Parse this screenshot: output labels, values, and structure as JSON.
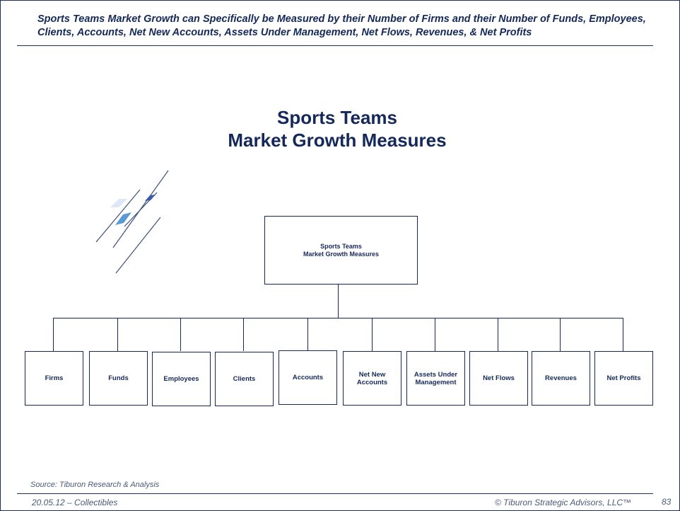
{
  "header": {
    "title": "Sports Teams Market Growth can Specifically be Measured by their Number of Firms and their Number of Funds, Employees, Clients, Accounts, Net New Accounts, Assets Under Management, Net Flows, Revenues, & Net Profits"
  },
  "main": {
    "title_line1": "Sports Teams",
    "title_line2": "Market Growth Measures"
  },
  "diagram": {
    "root": {
      "line1": "Sports Teams",
      "line2": "Market Growth Measures"
    },
    "children": [
      {
        "line1": "Firms",
        "line2": ""
      },
      {
        "line1": "Funds",
        "line2": ""
      },
      {
        "line1": "Employees",
        "line2": ""
      },
      {
        "line1": "Clients",
        "line2": ""
      },
      {
        "line1": "Accounts",
        "line2": ""
      },
      {
        "line1": "Net New",
        "line2": "Accounts"
      },
      {
        "line1": "Assets Under",
        "line2": "Management"
      },
      {
        "line1": "Net Flows",
        "line2": ""
      },
      {
        "line1": "Revenues",
        "line2": ""
      },
      {
        "line1": "Net Profits",
        "line2": ""
      }
    ]
  },
  "logo": {
    "icon": "diagonal-lines-diamonds-logo",
    "colors": [
      "#dce8f8",
      "#5b9bd5",
      "#3a5ba8",
      "#3b4f7a"
    ]
  },
  "footer": {
    "source": "Source:  Tiburon Research & Analysis",
    "date": "20.05.12  – Collectibles",
    "copyright": "© Tiburon Strategic Advisors, LLC™",
    "page_number": "83"
  },
  "colors": {
    "primary": "#14295a",
    "muted_text": "#4a5a78"
  }
}
